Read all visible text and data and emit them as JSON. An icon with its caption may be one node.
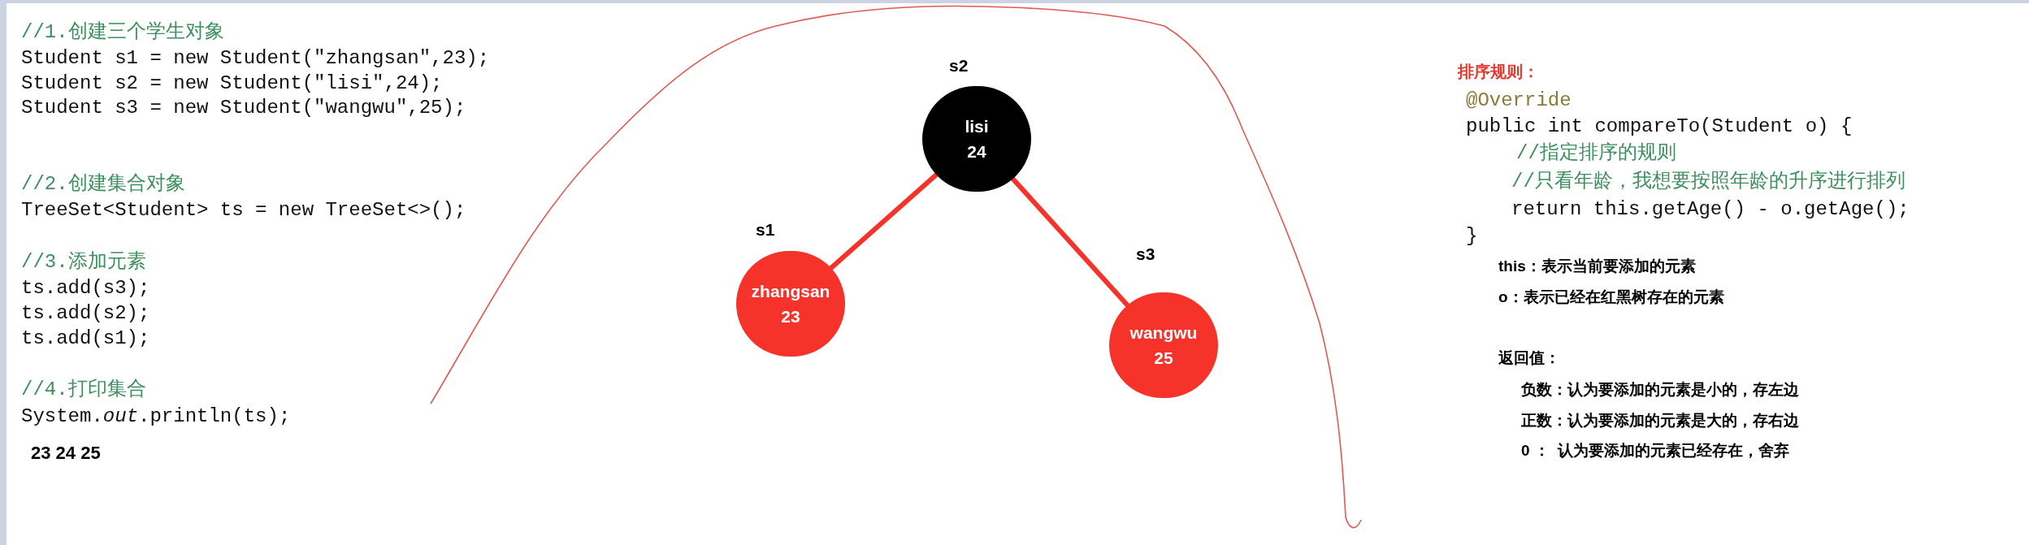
{
  "diagram": {
    "nodes": [
      {
        "text": [
          "lisi",
          "24"
        ],
        "beside": [
          "s2"
        ]
      },
      {
        "text": [
          "zhangsan",
          "23"
        ],
        "beside": [
          "s1"
        ]
      },
      {
        "text": [
          "wangwu",
          "25"
        ],
        "beside": [
          "s3"
        ]
      }
    ],
    "edges": [
      {
        "from": 0,
        "to": 1,
        "arrow": "none"
      },
      {
        "from": 0,
        "to": 2,
        "arrow": "none"
      }
    ],
    "labels": [
      "//1.创建三个学生对象",
      "Student s1 = new Student(\"zhangsan\",23);",
      "Student s2 = new Student(\"lisi\",24);",
      "Student s3 = new Student(\"wangwu\",25);",
      "//2.创建集合对象",
      "TreeSet<Student> ts = new TreeSet<>();",
      "//3.添加元素",
      "ts.add(s3);",
      "ts.add(s2);",
      "ts.add(s1);",
      "//4.打印集合",
      "System.*out*.println(ts);",
      "23 24 25",
      "排序规则：",
      "@Override",
      "public int compareTo(Student o) {",
      "//指定排序的规则",
      "//只看年龄，我想要按照年龄的升序进行排列",
      "return this.getAge() - o.getAge();",
      "}",
      "this：表示当前要添加的元素",
      "o：表示已经在红黑树存在的元素",
      "返回值：",
      "负数：认为要添加的元素是小的，存左边",
      "正数：认为要添加的元素是大的，存右边",
      "0 ：  认为要添加的元素已经存在，舍弃"
    ]
  }
}
